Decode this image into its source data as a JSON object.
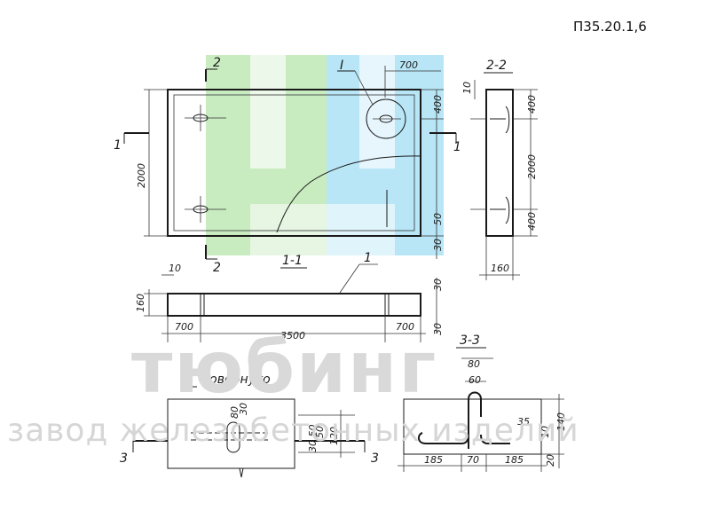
{
  "code": "П35.20.1,6",
  "watermark": {
    "title": "тюбинг",
    "subtitle": "завод железобетонных изделий",
    "green": "#c8ecc0",
    "blue": "#b8e6f6"
  },
  "section_marks": {
    "s1": "1",
    "s2": "2",
    "s3": "3",
    "node": "I"
  },
  "view_titles": {
    "section_1_1": "1-1",
    "section_2_2": "2-2",
    "section_3_3": "3-3",
    "node_numeral": "I",
    "node_rotated": "повернуто",
    "leader_1": "1"
  },
  "dimensions": {
    "plan_height": "2000",
    "plan_700": "700",
    "plan_400": "400",
    "plan_50": "50",
    "plan_30": "30",
    "elev_10": "10",
    "elev_160": "160",
    "elev_30_top": "30",
    "elev_30_bot": "30",
    "elev_700_left": "700",
    "elev_3500": "3500",
    "elev_700_right": "700",
    "s22_10": "10",
    "s22_400_top": "400",
    "s22_2000": "2000",
    "s22_400_bot": "400",
    "s22_160": "160",
    "node_80": "80",
    "node_30": "30",
    "node_50": "50",
    "node_120": "120",
    "node_30_50": "30,50",
    "s33_80": "80",
    "s33_60": "60",
    "s33_35": "35",
    "s33_10": "10",
    "s33_140": "140",
    "s33_20": "20",
    "s33_185_left": "185",
    "s33_70": "70",
    "s33_185_right": "185"
  }
}
